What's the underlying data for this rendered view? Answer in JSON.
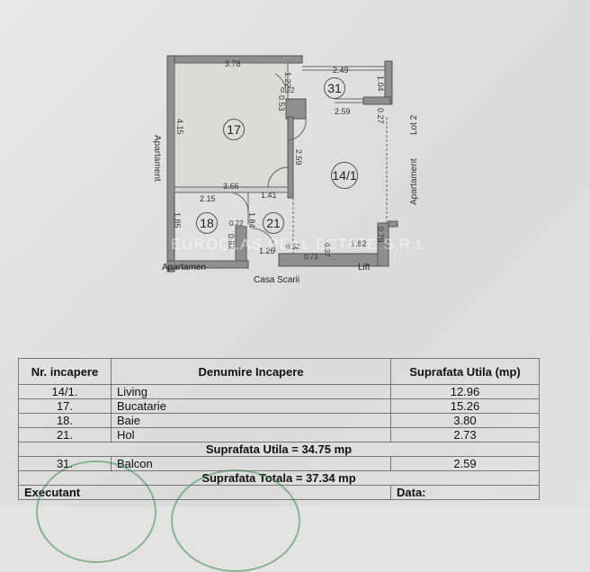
{
  "plan": {
    "dimensions": {
      "top_left_width": "3.78",
      "balcony_width": "2.49",
      "balcony_height": "1.04",
      "door_gap_top": "1.22",
      "door_gap_small": "0.22",
      "door_width": "0.53",
      "living_top": "2.59",
      "living_right_small": "0.27",
      "kitchen_height": "4.15",
      "wall_2_59": "2.59",
      "kitchen_bottom": "3.66",
      "bath_width": "2.15",
      "hall_top": "1.41",
      "bath_height": "1.85",
      "bath_door": "0.22",
      "hall_height": "1.84",
      "bath_small": "0.82",
      "hall_bottom": "1.26",
      "step_a": "0.52",
      "step_b": "0.73",
      "step_c": "0.37",
      "living_bottom": "1.82",
      "living_right_bottom": "0.79"
    },
    "rooms": {
      "kitchen": "17",
      "balcony": "31",
      "living": "14/1",
      "bath": "18",
      "hall": "21"
    },
    "surroundings": {
      "left": "Apartament",
      "right": "Apartament",
      "right_lot": "Lot 2",
      "bottom_left": "Apartamen",
      "bottom_center": "Casa Scarii",
      "bottom_right": "Lift"
    },
    "watermark": "EUROCLAS REAL ESTATE S.R.L."
  },
  "table": {
    "headers": {
      "nr": "Nr. incapere",
      "name": "Denumire Incapere",
      "area": "Suprafata Utila (mp)"
    },
    "rows": [
      {
        "nr": "14/1.",
        "name": "Living",
        "area": "12.96"
      },
      {
        "nr": "17.",
        "name": "Bucatarie",
        "area": "15.26"
      },
      {
        "nr": "18.",
        "name": "Baie",
        "area": "3.80"
      },
      {
        "nr": "21.",
        "name": "Hol",
        "area": "2.73"
      }
    ],
    "subtotal": "Suprafata Utila = 34.75 mp",
    "balcony_row": {
      "nr": "31.",
      "name": "Balcon",
      "area": "2.59"
    },
    "total": "Suprafata Totala = 37.34 mp",
    "footer": {
      "executant": "Executant",
      "data": "Data:"
    }
  }
}
